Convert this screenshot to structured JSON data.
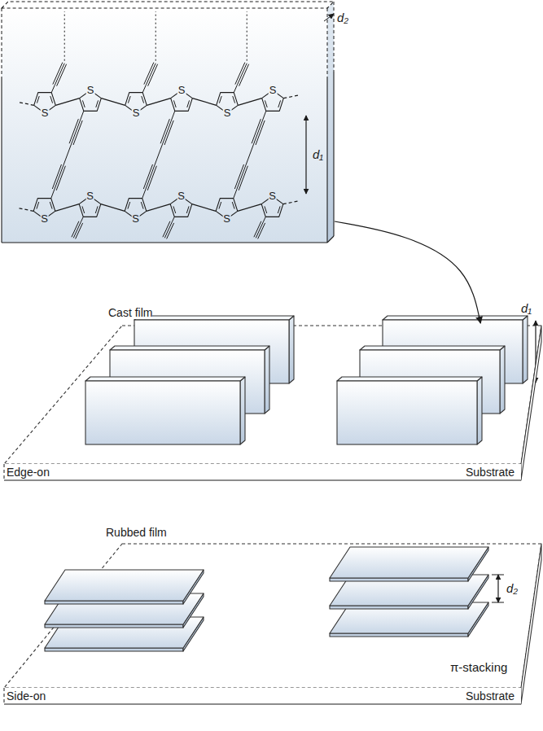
{
  "diagram": {
    "nodes": [
      {
        "text": [
          "S",
          "S",
          "S",
          "S",
          "S",
          "S",
          "S",
          "S",
          "S",
          "S",
          "S",
          "S"
        ]
      },
      {
        "text": [
          "Cast film",
          "Edge-on",
          "Substrate"
        ]
      },
      {
        "text": [
          "Rubbed film",
          "Side-on",
          "Substrate"
        ]
      }
    ],
    "edges": [
      {
        "from": 0,
        "to": 1,
        "arrow": "to"
      }
    ],
    "labels": [
      "d₂",
      "d₁",
      "d₁",
      "d₂",
      "π-stacking"
    ]
  }
}
